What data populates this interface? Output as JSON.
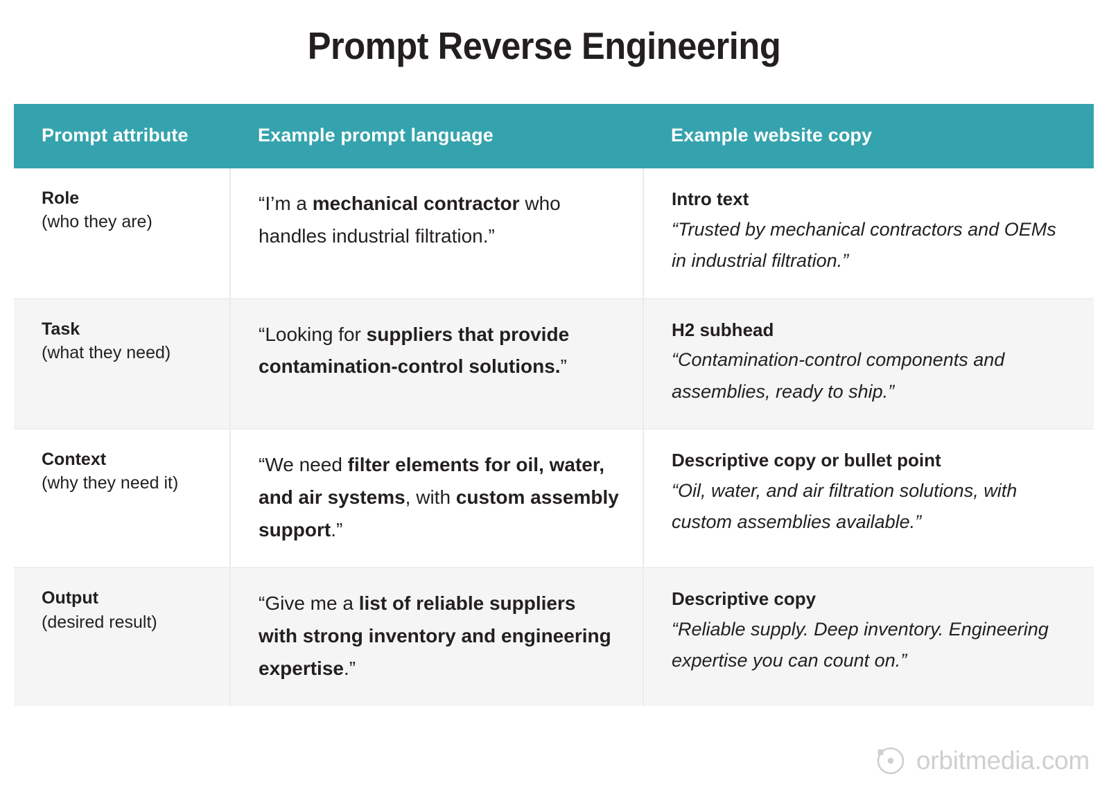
{
  "page": {
    "title": "Prompt Reverse Engineering",
    "background": "#ffffff",
    "accent_color": "#35a3ad",
    "text_color": "#231f20",
    "stripe_color": "#f5f5f5"
  },
  "table": {
    "columns": [
      {
        "key": "attribute",
        "label": "Prompt attribute"
      },
      {
        "key": "prompt",
        "label": "Example prompt language"
      },
      {
        "key": "copy",
        "label": "Example website copy"
      }
    ],
    "rows": [
      {
        "attribute_name": "Role",
        "attribute_sub": "(who they are)",
        "prompt_parts": [
          {
            "text": "“I’m a ",
            "bold": false
          },
          {
            "text": "mechanical contractor",
            "bold": true
          },
          {
            "text": " who handles industrial filtration.”",
            "bold": false
          }
        ],
        "copy_label": "Intro text",
        "copy_quote": "“Trusted by mechanical contractors and OEMs in industrial filtration.”",
        "stripe": false
      },
      {
        "attribute_name": "Task",
        "attribute_sub": "(what they need)",
        "prompt_parts": [
          {
            "text": "“Looking for ",
            "bold": false
          },
          {
            "text": "suppliers that provide contamination-control solutions.",
            "bold": true
          },
          {
            "text": "”",
            "bold": false
          }
        ],
        "copy_label": "H2 subhead",
        "copy_quote": "“Contamination-control components and assemblies, ready to ship.”",
        "stripe": true
      },
      {
        "attribute_name": "Context",
        "attribute_sub": "(why they need it)",
        "prompt_parts": [
          {
            "text": "“We need ",
            "bold": false
          },
          {
            "text": "filter elements for oil, water, and air systems",
            "bold": true
          },
          {
            "text": ", with ",
            "bold": false
          },
          {
            "text": "custom assembly support",
            "bold": true
          },
          {
            "text": ".”",
            "bold": false
          }
        ],
        "copy_label": "Descriptive copy or bullet point",
        "copy_quote": "“Oil, water, and air filtration solutions, with custom assemblies available.”",
        "stripe": false
      },
      {
        "attribute_name": "Output",
        "attribute_sub": "(desired result)",
        "prompt_parts": [
          {
            "text": "“Give me a ",
            "bold": false
          },
          {
            "text": "list of reliable suppliers with strong inventory and engineering expertise",
            "bold": true
          },
          {
            "text": ".”",
            "bold": false
          }
        ],
        "copy_label": "Descriptive copy",
        "copy_quote": "“Reliable supply. Deep inventory. Engineering expertise you can count on.”",
        "stripe": true
      }
    ]
  },
  "footer": {
    "logo_text": "orbitmedia.com",
    "logo_icon": "orbit-circle-icon",
    "logo_color": "#cfcfcf"
  }
}
